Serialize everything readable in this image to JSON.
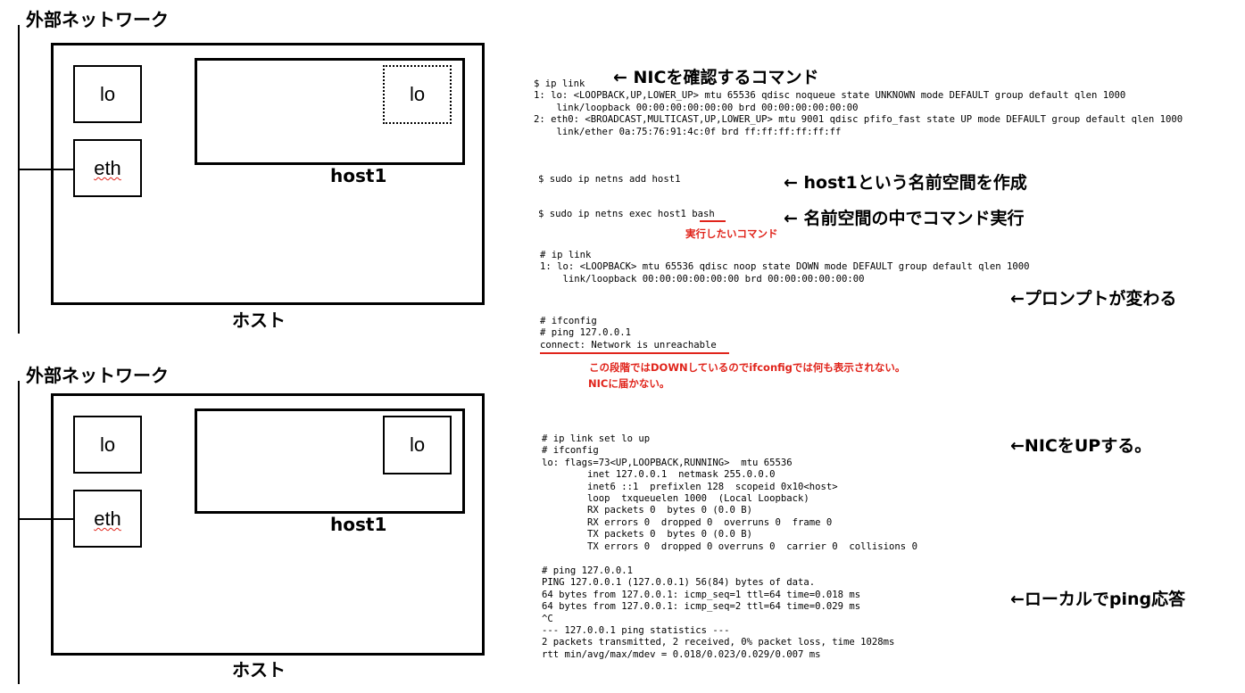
{
  "diagram_top": {
    "external_label": "外部ネットワーク",
    "lo_label": "lo",
    "eth_label": "eth",
    "ns_lo_label": "lo",
    "ns_label": "host1",
    "host_label": "ホスト"
  },
  "diagram_bottom": {
    "external_label": "外部ネットワーク",
    "lo_label": "lo",
    "eth_label": "eth",
    "ns_lo_label": "lo",
    "ns_label": "host1",
    "host_label": "ホスト"
  },
  "blocks": {
    "iplink": "$ ip link\n1: lo: <LOOPBACK,UP,LOWER_UP> mtu 65536 qdisc noqueue state UNKNOWN mode DEFAULT group default qlen 1000\n    link/loopback 00:00:00:00:00:00 brd 00:00:00:00:00:00\n2: eth0: <BROADCAST,MULTICAST,UP,LOWER_UP> mtu 9001 qdisc pfifo_fast state UP mode DEFAULT group default qlen 1000\n    link/ether 0a:75:76:91:4c:0f brd ff:ff:ff:ff:ff:ff",
    "netns_add": "$ sudo ip netns add host1",
    "netns_exec": "$ sudo ip netns exec host1 bash",
    "ns_iplink": "# ip link\n1: lo: <LOOPBACK> mtu 65536 qdisc noop state DOWN mode DEFAULT group default qlen 1000\n    link/loopback 00:00:00:00:00:00 brd 00:00:00:00:00:00",
    "ifconfig_ping": "# ifconfig\n# ping 127.0.0.1\nconnect: Network is unreachable",
    "lo_up": "# ip link set lo up\n# ifconfig\nlo: flags=73<UP,LOOPBACK,RUNNING>  mtu 65536\n        inet 127.0.0.1  netmask 255.0.0.0\n        inet6 ::1  prefixlen 128  scopeid 0x10<host>\n        loop  txqueuelen 1000  (Local Loopback)\n        RX packets 0  bytes 0 (0.0 B)\n        RX errors 0  dropped 0  overruns 0  frame 0\n        TX packets 0  bytes 0 (0.0 B)\n        TX errors 0  dropped 0 overruns 0  carrier 0  collisions 0",
    "ping_ok": "# ping 127.0.0.1\nPING 127.0.0.1 (127.0.0.1) 56(84) bytes of data.\n64 bytes from 127.0.0.1: icmp_seq=1 ttl=64 time=0.018 ms\n64 bytes from 127.0.0.1: icmp_seq=2 ttl=64 time=0.029 ms\n^C\n--- 127.0.0.1 ping statistics ---\n2 packets transmitted, 2 received, 0% packet loss, time 1028ms\nrtt min/avg/max/mdev = 0.018/0.023/0.029/0.007 ms"
  },
  "annotations": {
    "nic_check": "← NICを確認するコマンド",
    "create_ns": "← host1という名前空間を作成",
    "exec_ns": "← 名前空間の中でコマンド実行",
    "exec_note": "実行したいコマンド",
    "prompt_change": "←プロンプトが変わる",
    "down_note_1": "この段階ではDOWNしているのでifconfigでは何も表示されない。",
    "down_note_2": "NICに届かない。",
    "nic_up": "←NICをUPする。",
    "local_ping": "←ローカルでping応答"
  },
  "colors": {
    "note_red": "#e0241b"
  }
}
